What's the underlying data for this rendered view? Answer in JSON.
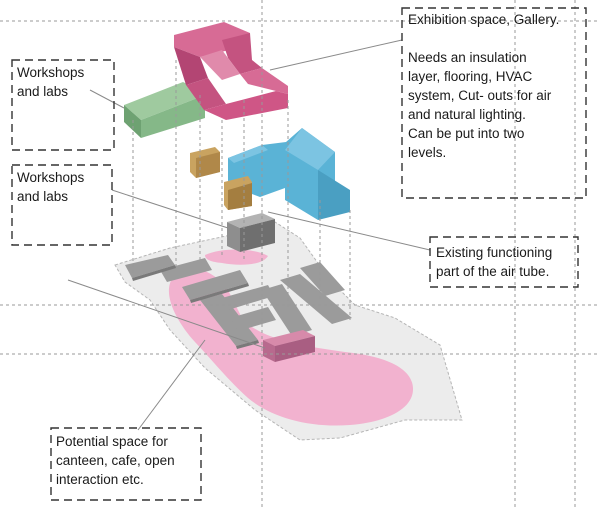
{
  "colors": {
    "pink_volume": "#cf5686",
    "green_volume": "#85b888",
    "blue_volume": "#5ab3d6",
    "tan_volume": "#c9a360",
    "grey_blocks": "#9b9b9b",
    "pink_zone": "#f2b2cf",
    "site_ground": "#ececec",
    "guide_lines": "#9a9a9a"
  },
  "labels": {
    "workshops_top": [
      "Workshops",
      "and labs"
    ],
    "workshops_mid": [
      "Workshops",
      "and labs"
    ],
    "exhibition_title": "Exhibition space, Gallery.",
    "exhibition_body": [
      "Needs an insulation",
      "layer, flooring, HVAC",
      "system, Cut- outs for air",
      "and natural lighting.",
      "Can be put into two",
      "levels."
    ],
    "air_tube": [
      "Existing functioning",
      "part of the air tube."
    ],
    "canteen": [
      "Potential space for",
      "canteen, cafe, open",
      "interaction etc."
    ]
  }
}
